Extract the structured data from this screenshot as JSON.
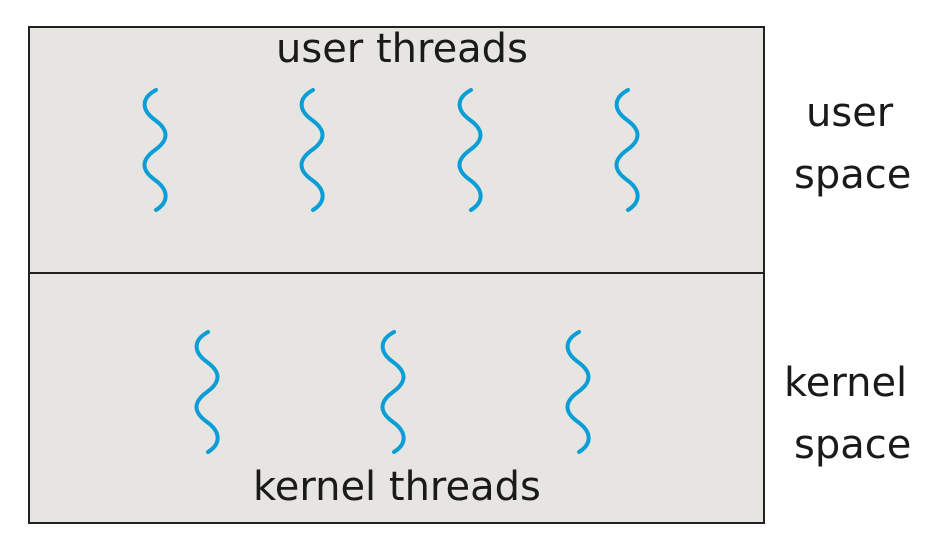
{
  "user_region": {
    "title": "user threads",
    "side_label_1": "user",
    "side_label_2": "space",
    "thread_count": 4
  },
  "kernel_region": {
    "title": "kernel threads",
    "side_label_1": "kernel",
    "side_label_2": "space",
    "thread_count": 3
  },
  "colors": {
    "thread": "#0a9dd6",
    "box_fill": "#e6e5e2",
    "border": "#222222"
  }
}
